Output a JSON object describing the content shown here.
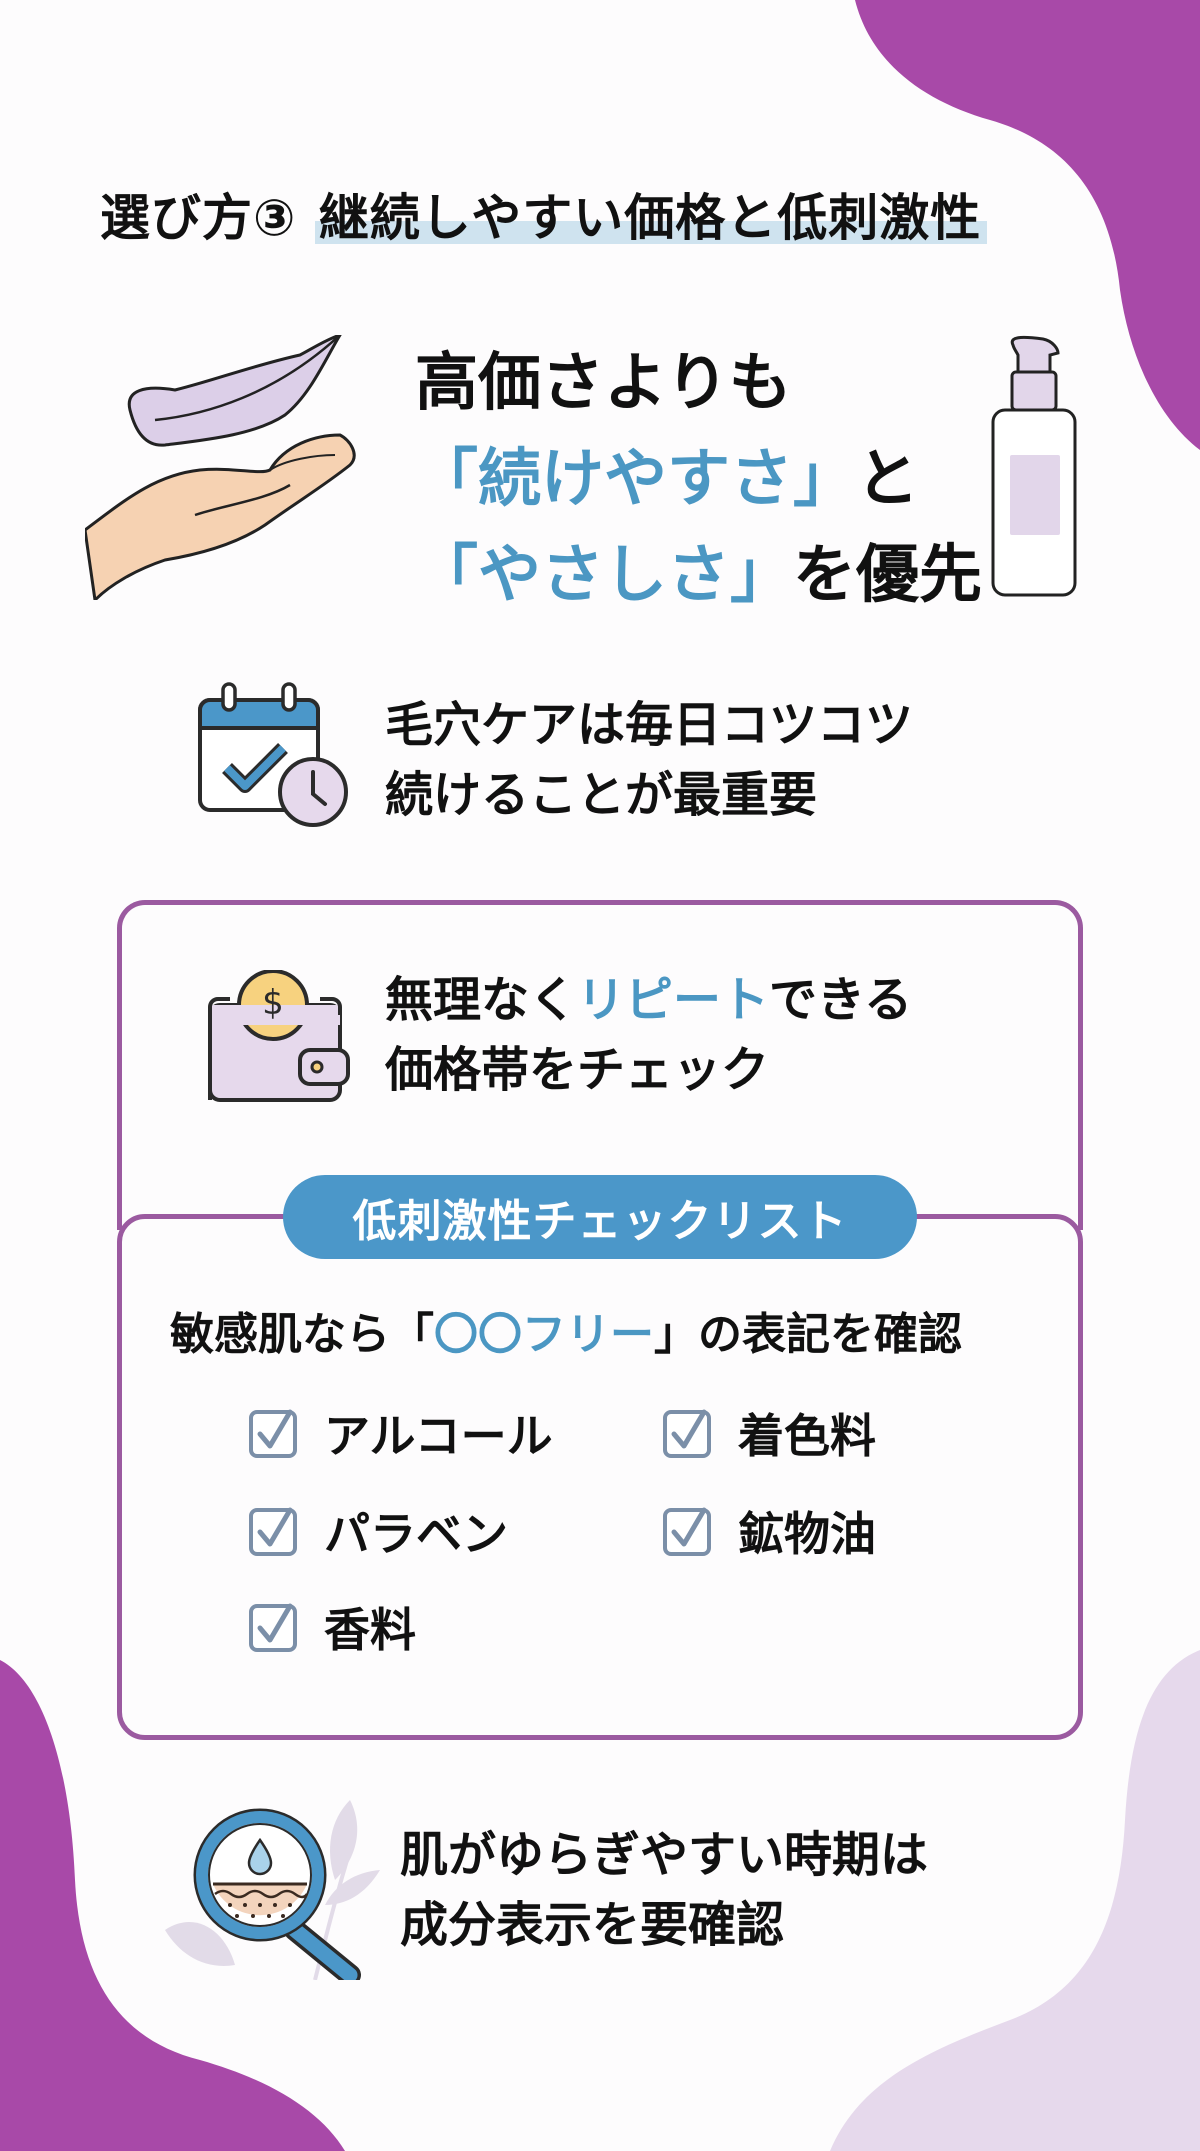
{
  "title": {
    "prefix": "選び方③",
    "highlight": "継続しやすい価格と低刺激性"
  },
  "hero": {
    "line1": "高価さよりも",
    "line2_open": "「",
    "line2_em": "続けやすさ",
    "line2_close": "」",
    "line2_tail": "と",
    "line3_open": "「",
    "line3_em": "やさしさ",
    "line3_close": "」",
    "line3_tail": "を優先",
    "icons": [
      "feather-on-hand-icon",
      "pump-bottle-icon"
    ]
  },
  "routine": {
    "icon": "calendar-check-clock-icon",
    "line1": "毛穴ケアは毎日コツコツ",
    "line2": "続けることが最重要"
  },
  "price": {
    "icon": "wallet-coin-icon",
    "line1_pre": "無理なく",
    "line1_em": "リピート",
    "line1_post": "できる",
    "line2": "価格帯をチェック"
  },
  "checklist": {
    "badge": "低刺激性チェックリスト",
    "subtitle_pre": "敏感肌なら「",
    "subtitle_em": "〇〇フリー",
    "subtitle_post": "」の表記を確認",
    "items": [
      {
        "label": "アルコール",
        "checked": true
      },
      {
        "label": "着色料",
        "checked": true
      },
      {
        "label": "パラベン",
        "checked": true
      },
      {
        "label": "鉱物油",
        "checked": true
      },
      {
        "label": "香料",
        "checked": true
      }
    ]
  },
  "caution": {
    "icon": "magnifier-skin-icon",
    "line1": "肌がゆらぎやすい時期は",
    "line2": "成分表示を要確認"
  },
  "colors": {
    "accent_purple": "#a849a8",
    "light_purple": "#e6d9ec",
    "accent_blue": "#4b97c3",
    "box_border": "#9b5aa0",
    "title_highlight": "#cfe3ef"
  }
}
